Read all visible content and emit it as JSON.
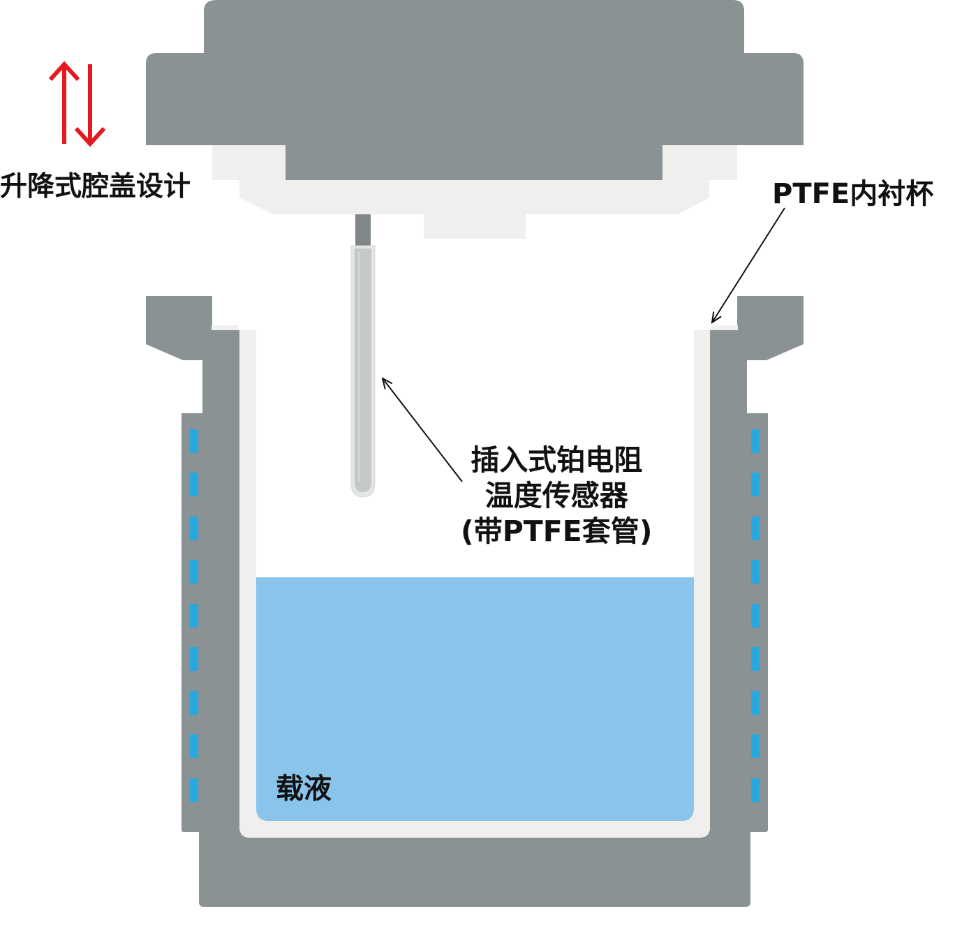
{
  "labels": {
    "lid": "升降式腔盖设计",
    "liner": "PTFE内衬杯",
    "sensor_line1": "插入式铂电阻",
    "sensor_line2": "温度传感器",
    "sensor_line3": "(带PTFE套管)",
    "liquid": "载液"
  },
  "colors": {
    "steel": "#8b9293",
    "liner": "#efefed",
    "liquid": "#8ac4eb",
    "heater": "#29a8e0",
    "arrow_red": "#e3191f",
    "sensor_probe": "#c5c8c9",
    "sensor_rod": "#7f8789",
    "text": "#111111"
  },
  "icons": {
    "lift_arrows": "up-down-arrows-icon"
  }
}
